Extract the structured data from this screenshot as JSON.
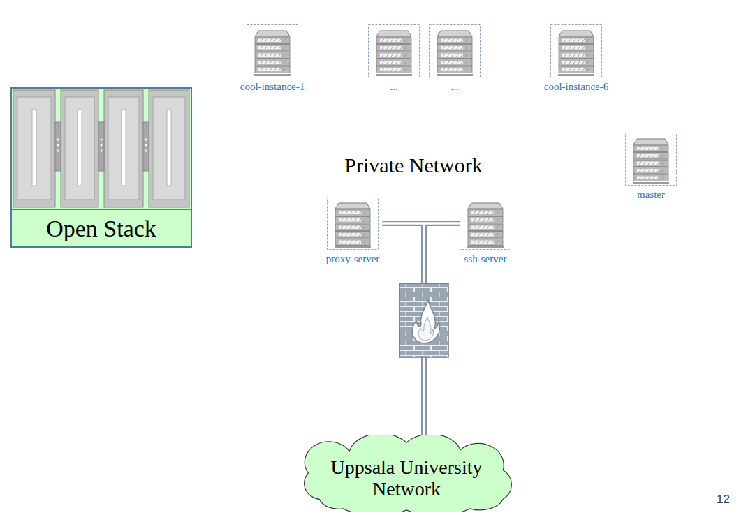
{
  "diagram": {
    "nodes": [
      {
        "text": [
          "Private Network"
        ]
      },
      {
        "text": [
          "cool-instance-1"
        ],
        "in": 0
      },
      {
        "text": [
          "..."
        ],
        "in": 0
      },
      {
        "text": [
          "..."
        ],
        "in": 0
      },
      {
        "text": [
          "cool-instance-6"
        ],
        "in": 0
      },
      {
        "text": [
          "master"
        ],
        "in": 0
      },
      {
        "text": [
          "proxy-server"
        ],
        "in": 0
      },
      {
        "text": [
          "ssh-server"
        ],
        "in": 0
      },
      {
        "text": [
          "Open Stack"
        ]
      },
      {
        "text": [
          "Uppsala University Network"
        ]
      }
    ],
    "edges": [
      {
        "from": 6,
        "to": 9,
        "arrow": "none"
      },
      {
        "from": 7,
        "to": 9,
        "arrow": "none"
      }
    ],
    "labels": [
      "12"
    ]
  }
}
